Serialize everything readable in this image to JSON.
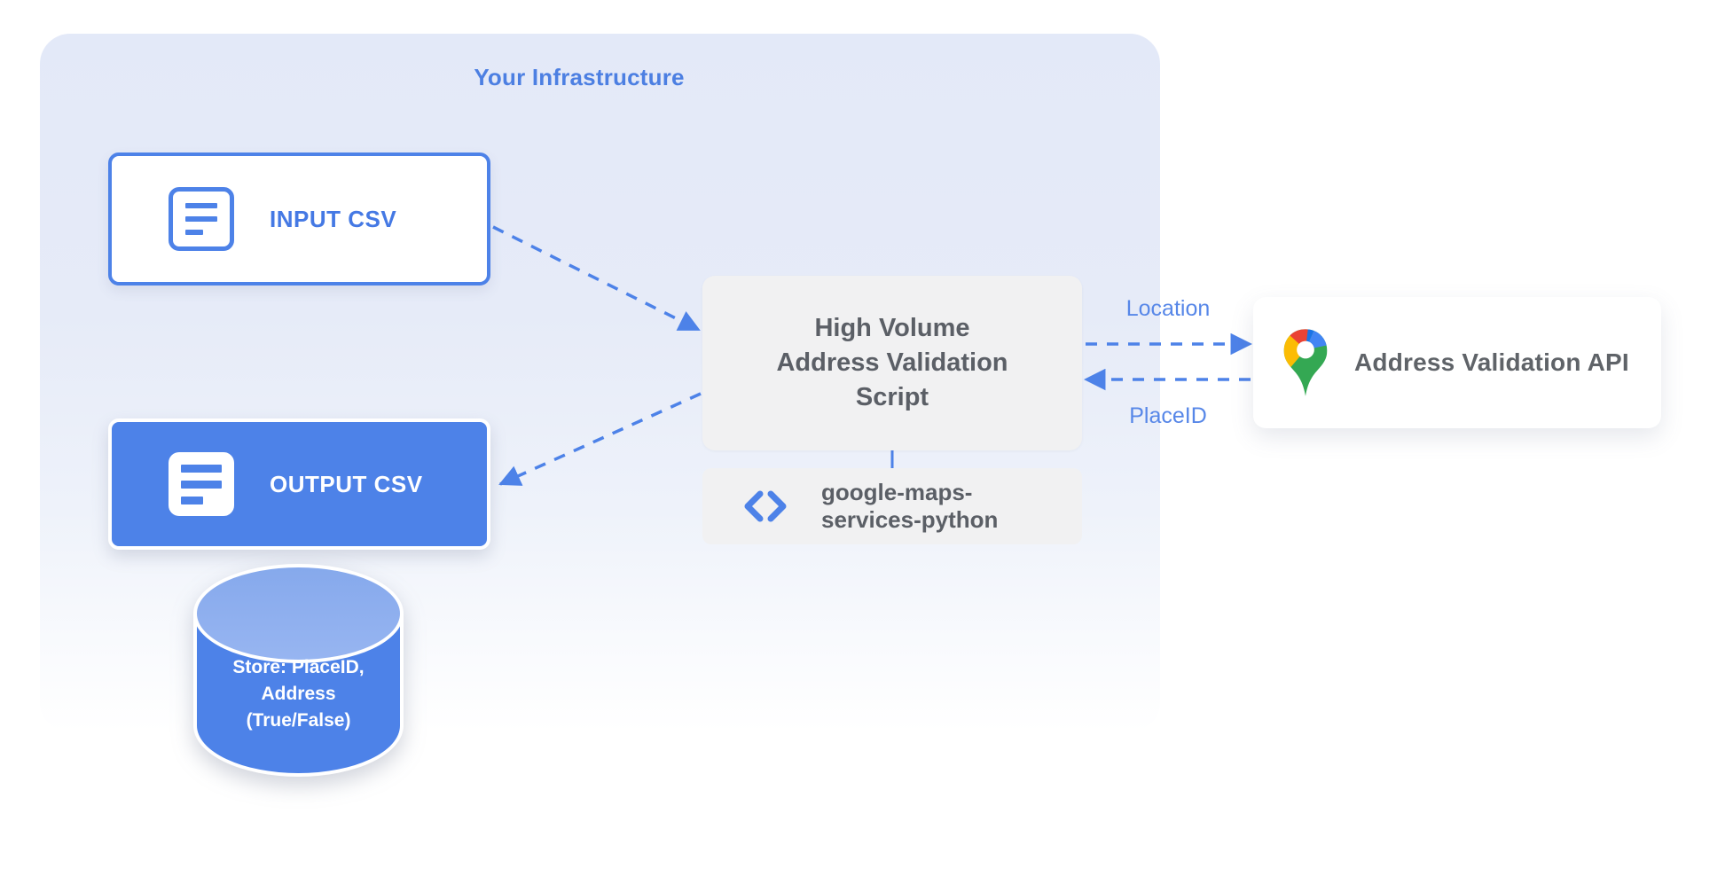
{
  "infrastructure": {
    "title": "Your Infrastructure"
  },
  "nodes": {
    "input_csv": {
      "label": "INPUT CSV"
    },
    "output_csv": {
      "label": "OUTPUT CSV"
    },
    "datastore": {
      "lines": [
        "Store: PlaceID,",
        "Address",
        "(True/False)"
      ]
    },
    "script": {
      "lines": [
        "High Volume",
        "Address Validation",
        "Script"
      ]
    },
    "library": {
      "lines": [
        "google-maps-",
        "services-python"
      ]
    },
    "api": {
      "label": "Address Validation API"
    }
  },
  "edges": {
    "location_label": "Location",
    "placeid_label": "PlaceID"
  },
  "icons": {
    "input_csv": "document-icon",
    "output_csv": "document-icon",
    "library": "code-icon",
    "api": "google-maps-pin-icon"
  },
  "colors": {
    "accent_blue": "#4D82E8",
    "cylinder_top_blue": "#8FAEEE",
    "edge_label_blue": "#5787E8",
    "container_bg": "#E3E9F8",
    "box_gray": "#F1F1F2",
    "text_gray": "#5F6368",
    "pin_red": "#EA4335",
    "pin_blue": "#4285F4",
    "pin_dark_blue": "#1A73E8",
    "pin_yellow": "#FBBC04",
    "pin_green": "#34A853"
  }
}
